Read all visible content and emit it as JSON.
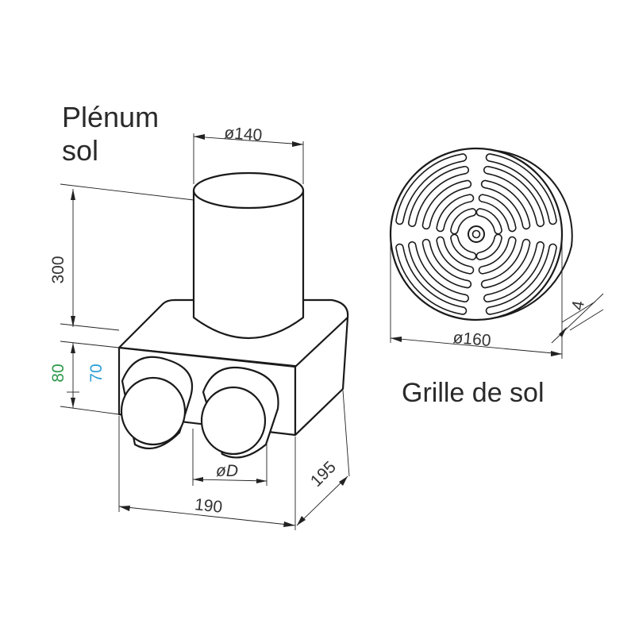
{
  "plenum": {
    "title_line1": "Plénum",
    "title_line2": "sol",
    "dim_pipe_diameter": "ø140",
    "dim_height": "300",
    "dim_box_height_a": "80",
    "dim_box_height_b": "70",
    "dim_outlet_diameter": "øD",
    "dim_width": "190",
    "dim_depth": "195"
  },
  "grille": {
    "title": "Grille de sol",
    "dim_diameter": "ø160",
    "dim_thickness": "4"
  },
  "colors": {
    "line": "#1a1a1a",
    "text": "#333333",
    "dim_80": "#2e9a4b",
    "dim_70": "#2a9fd6"
  }
}
